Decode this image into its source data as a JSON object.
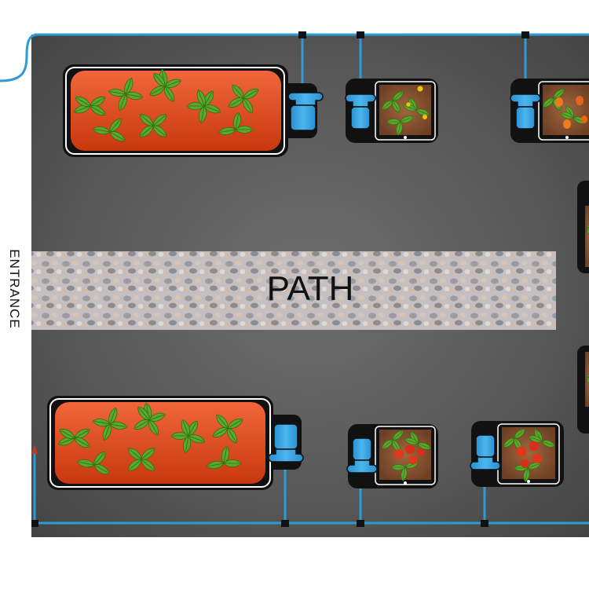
{
  "labels": {
    "entrance": "ENTRANCE",
    "path": "PATH"
  },
  "colors": {
    "pipe": "#2e9bd6",
    "connector": "#111111",
    "ground": "#5a5a5a",
    "path_gravel": "#b9b6b8",
    "grow_bag": "#e24a1c",
    "planter_frame": "#1a1a1a",
    "tank": "#3aa6e4",
    "leaf": "#5fb030",
    "tomato": "#e0361c",
    "pepper": "#f07a1c",
    "flower": "#f5c20a"
  },
  "beds": [
    {
      "kind": "grow-bag",
      "plant": "leafy-greens"
    },
    {
      "kind": "grow-bag",
      "plant": "leafy-greens"
    }
  ],
  "planters": [
    {
      "plant": "flowering-plant"
    },
    {
      "plant": "pepper-plant"
    },
    {
      "plant": "tomato-plant"
    },
    {
      "plant": "tomato-plant"
    }
  ],
  "edge_planters_cut_off": [
    {
      "plant": "leafy-plant"
    },
    {
      "plant": "leafy-plant"
    }
  ]
}
